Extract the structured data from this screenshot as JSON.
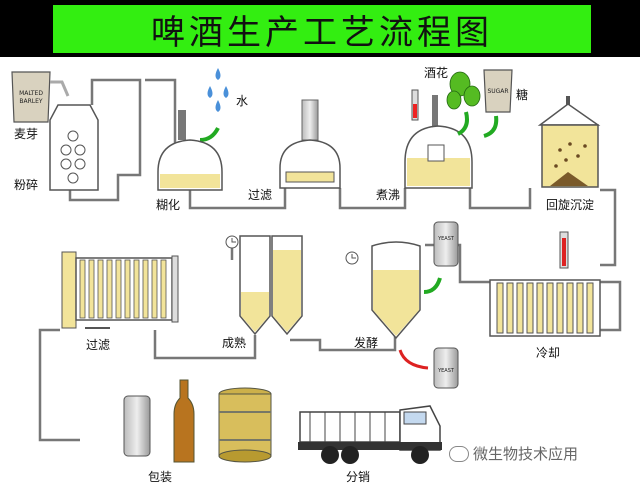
{
  "title": "啤酒生产工艺流程图",
  "steps": {
    "malt": "麦芽",
    "milling": "粉碎",
    "water": "水",
    "mashing": "糊化",
    "filtering_1": "过滤",
    "boiling": "煮沸",
    "hops": "酒花",
    "sugar": "糖",
    "whirlpool": "回旋沉淀",
    "cooling": "冷却",
    "fermentation": "发酵",
    "maturation": "成熟",
    "filtering_2": "过滤",
    "packaging": "包装",
    "distribution": "分销"
  },
  "bag_labels": {
    "malt_bag": "MALTED BARLEY",
    "sugar_bag": "SUGAR",
    "yeast_1": "YEAST",
    "yeast_2": "YEAST"
  },
  "watermark": "微生物技术应用",
  "colors": {
    "title_bg": "#33ee11",
    "liquid": "#f2e49a",
    "pipe": "#777777",
    "arrow": "#22aa22",
    "drop": "#4a90d9",
    "red_arrow": "#dd2222"
  }
}
